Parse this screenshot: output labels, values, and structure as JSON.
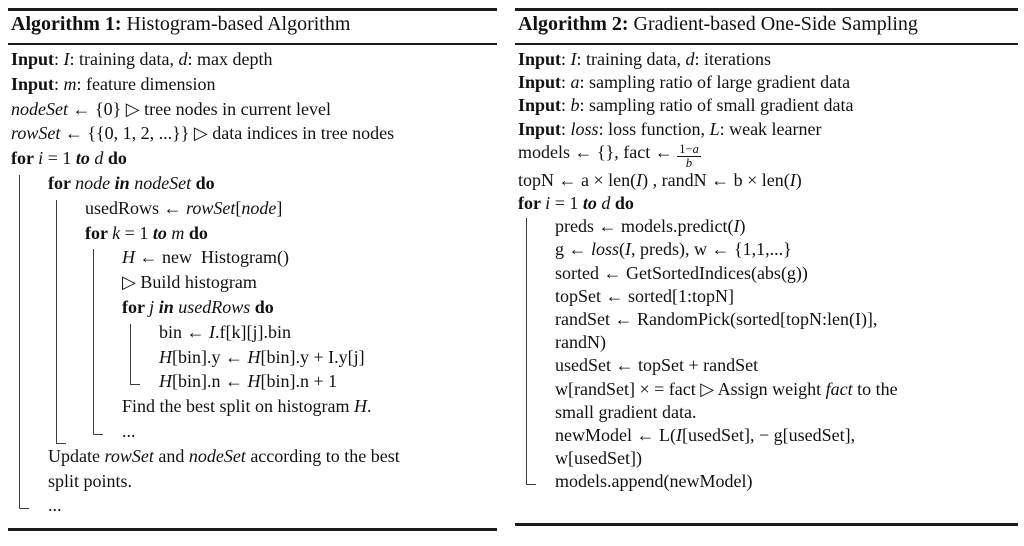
{
  "colors": {
    "background": "#ffffff",
    "text": "#111111",
    "rule": "#1c1c1c",
    "scope_line": "#3c3c3c"
  },
  "columns": [
    {
      "title_bold": "Algorithm 1:",
      "title_rest": " Histogram-based Algorithm",
      "lines": [
        {
          "indent": 0,
          "seg": [
            [
              "b",
              "Input"
            ],
            [
              "r",
              ": "
            ],
            [
              "i",
              "I"
            ],
            [
              "r",
              ": training data, "
            ],
            [
              "i",
              "d"
            ],
            [
              "r",
              ": max depth"
            ]
          ]
        },
        {
          "indent": 0,
          "seg": [
            [
              "b",
              "Input"
            ],
            [
              "r",
              ": "
            ],
            [
              "i",
              "m"
            ],
            [
              "r",
              ": feature dimension"
            ]
          ]
        },
        {
          "indent": 0,
          "seg": [
            [
              "i",
              "nodeSet"
            ],
            [
              "r",
              " ← {0} ▷ tree nodes in current level"
            ]
          ]
        },
        {
          "indent": 0,
          "seg": [
            [
              "i",
              "rowSet"
            ],
            [
              "r",
              " ← {{0, 1, 2, ...}} ▷ data indices in tree nodes"
            ]
          ]
        },
        {
          "indent": 0,
          "seg": [
            [
              "b",
              "for "
            ],
            [
              "i",
              "i"
            ],
            [
              "r",
              " = 1 "
            ],
            [
              "bi",
              "to "
            ],
            [
              "i",
              "d"
            ],
            [
              "b",
              " do"
            ]
          ]
        },
        {
          "indent": 1,
          "seg": [
            [
              "b",
              "for "
            ],
            [
              "i",
              "node "
            ],
            [
              "bi",
              "in "
            ],
            [
              "i",
              "nodeSet"
            ],
            [
              "b",
              " do"
            ]
          ]
        },
        {
          "indent": 2,
          "seg": [
            [
              "r",
              "usedRows ← "
            ],
            [
              "i",
              "rowSet"
            ],
            [
              "r",
              "["
            ],
            [
              "i",
              "node"
            ],
            [
              "r",
              "]"
            ]
          ]
        },
        {
          "indent": 2,
          "seg": [
            [
              "b",
              "for "
            ],
            [
              "i",
              "k"
            ],
            [
              "r",
              " = 1 "
            ],
            [
              "bi",
              "to "
            ],
            [
              "i",
              "m"
            ],
            [
              "b",
              " do"
            ]
          ]
        },
        {
          "indent": 3,
          "seg": [
            [
              "i",
              "H"
            ],
            [
              "r",
              " ← new  Histogram()"
            ]
          ]
        },
        {
          "indent": 3,
          "seg": [
            [
              "r",
              "▷ Build histogram"
            ]
          ]
        },
        {
          "indent": 3,
          "seg": [
            [
              "b",
              "for "
            ],
            [
              "i",
              "j "
            ],
            [
              "bi",
              "in "
            ],
            [
              "i",
              "usedRows"
            ],
            [
              "b",
              " do"
            ]
          ]
        },
        {
          "indent": 4,
          "seg": [
            [
              "r",
              "bin ← "
            ],
            [
              "i",
              "I"
            ],
            [
              "r",
              ".f[k][j].bin"
            ]
          ]
        },
        {
          "indent": 4,
          "seg": [
            [
              "i",
              "H"
            ],
            [
              "r",
              "[bin].y ← "
            ],
            [
              "i",
              "H"
            ],
            [
              "r",
              "[bin].y + I.y[j]"
            ]
          ]
        },
        {
          "indent": 4,
          "seg": [
            [
              "i",
              "H"
            ],
            [
              "r",
              "[bin].n ← "
            ],
            [
              "i",
              "H"
            ],
            [
              "r",
              "[bin].n + 1"
            ]
          ]
        },
        {
          "indent": 3,
          "seg": [
            [
              "r",
              "Find the best split on histogram "
            ],
            [
              "i",
              "H"
            ],
            [
              "r",
              "."
            ]
          ]
        },
        {
          "indent": 3,
          "seg": [
            [
              "r",
              "..."
            ]
          ]
        },
        {
          "indent": 1,
          "seg": [
            [
              "r",
              "Update "
            ],
            [
              "i",
              "rowSet"
            ],
            [
              "r",
              " and "
            ],
            [
              "i",
              "nodeSet"
            ],
            [
              "r",
              " according to the best"
            ]
          ]
        },
        {
          "indent": 1,
          "seg": [
            [
              "r",
              "split points."
            ]
          ]
        },
        {
          "indent": 1,
          "seg": [
            [
              "r",
              "..."
            ]
          ]
        }
      ],
      "scopes": [
        {
          "level": 0,
          "from": 5,
          "to": 18,
          "drop": 0
        },
        {
          "level": 1,
          "from": 6,
          "to": 15,
          "drop": 9
        },
        {
          "level": 2,
          "from": 8,
          "to": 15,
          "drop": 0
        },
        {
          "level": 3,
          "from": 11,
          "to": 13,
          "drop": 0
        }
      ]
    },
    {
      "title_bold": "Algorithm 2:",
      "title_rest": " Gradient-based One-Side Sampling",
      "lines": [
        {
          "indent": 0,
          "seg": [
            [
              "b",
              "Input"
            ],
            [
              "r",
              ": "
            ],
            [
              "i",
              "I"
            ],
            [
              "r",
              ": training data, "
            ],
            [
              "i",
              "d"
            ],
            [
              "r",
              ": iterations"
            ]
          ]
        },
        {
          "indent": 0,
          "seg": [
            [
              "b",
              "Input"
            ],
            [
              "r",
              ": "
            ],
            [
              "i",
              "a"
            ],
            [
              "r",
              ": sampling ratio of large gradient data"
            ]
          ]
        },
        {
          "indent": 0,
          "seg": [
            [
              "b",
              "Input"
            ],
            [
              "r",
              ": "
            ],
            [
              "i",
              "b"
            ],
            [
              "r",
              ": sampling ratio of small gradient data"
            ]
          ]
        },
        {
          "indent": 0,
          "seg": [
            [
              "b",
              "Input"
            ],
            [
              "r",
              ": "
            ],
            [
              "i",
              "loss"
            ],
            [
              "r",
              ": loss function, "
            ],
            [
              "i",
              "L"
            ],
            [
              "r",
              ": weak learner"
            ]
          ]
        },
        {
          "indent": 0,
          "seg": [
            [
              "r",
              "models ← {}, fact ← "
            ],
            [
              "frac",
              {
                "num": [
                  [
                    "r",
                    "1−"
                  ],
                  [
                    "i",
                    "a"
                  ]
                ],
                "den": [
                  [
                    "i",
                    "b"
                  ]
                ]
              }
            ]
          ]
        },
        {
          "indent": 0,
          "seg": [
            [
              "r",
              "topN ← a × len("
            ],
            [
              "i",
              "I"
            ],
            [
              "r",
              ") , randN ← b × len("
            ],
            [
              "i",
              "I"
            ],
            [
              "r",
              ")"
            ]
          ]
        },
        {
          "indent": 0,
          "seg": [
            [
              "b",
              "for "
            ],
            [
              "i",
              "i"
            ],
            [
              "r",
              " = 1 "
            ],
            [
              "bi",
              "to "
            ],
            [
              "i",
              "d"
            ],
            [
              "b",
              " do"
            ]
          ]
        },
        {
          "indent": 1,
          "seg": [
            [
              "r",
              "preds ← models.predict("
            ],
            [
              "i",
              "I"
            ],
            [
              "r",
              ")"
            ]
          ]
        },
        {
          "indent": 1,
          "seg": [
            [
              "r",
              "g ← "
            ],
            [
              "i",
              "loss"
            ],
            [
              "r",
              "("
            ],
            [
              "i",
              "I"
            ],
            [
              "r",
              ", preds), w ← {1,1,...}"
            ]
          ]
        },
        {
          "indent": 1,
          "seg": [
            [
              "r",
              "sorted ← GetSortedIndices(abs(g))"
            ]
          ]
        },
        {
          "indent": 1,
          "seg": [
            [
              "r",
              "topSet ← sorted[1:topN]"
            ]
          ]
        },
        {
          "indent": 1,
          "seg": [
            [
              "r",
              "randSet ← RandomPick(sorted[topN:len(I)],"
            ]
          ]
        },
        {
          "indent": 1,
          "seg": [
            [
              "r",
              "randN)"
            ]
          ]
        },
        {
          "indent": 1,
          "seg": [
            [
              "r",
              "usedSet ← topSet + randSet"
            ]
          ]
        },
        {
          "indent": 1,
          "seg": [
            [
              "r",
              "w[randSet] × = fact ▷ Assign weight "
            ],
            [
              "i",
              "fact"
            ],
            [
              "r",
              " to the"
            ]
          ]
        },
        {
          "indent": 1,
          "seg": [
            [
              "r",
              "small gradient data."
            ]
          ]
        },
        {
          "indent": 1,
          "seg": [
            [
              "r",
              "newModel ← L("
            ],
            [
              "i",
              "I"
            ],
            [
              "r",
              "[usedSet], − g[usedSet],"
            ]
          ]
        },
        {
          "indent": 1,
          "seg": [
            [
              "r",
              "w[usedSet])"
            ]
          ]
        },
        {
          "indent": 1,
          "seg": [
            [
              "r",
              "models.append(newModel)"
            ]
          ]
        }
      ],
      "scopes": [
        {
          "level": 0,
          "from": 7,
          "to": 18,
          "drop": 0
        }
      ]
    }
  ]
}
